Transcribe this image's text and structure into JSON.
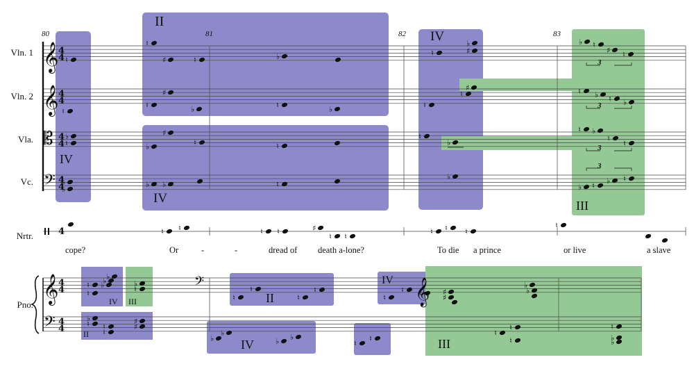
{
  "instruments": {
    "vln1": "Vln. 1",
    "vln2": "Vln. 2",
    "vla": "Vla.",
    "vc": "Vc.",
    "nrtr": "Nrtr.",
    "pno": "Pno."
  },
  "measures": [
    "80",
    "81",
    "82",
    "83"
  ],
  "time_signature": {
    "top": "4",
    "bottom": "4"
  },
  "regions": {
    "strings": [
      "IV",
      "II",
      "IV",
      "IV",
      "III"
    ],
    "piano": [
      "IV",
      "III",
      "II",
      "II",
      "IV",
      "IV",
      "III"
    ]
  },
  "lyrics": [
    "cope?",
    "Or",
    "-",
    "-",
    "dread of",
    "death a-lone?",
    "To die",
    "a prince",
    "or live",
    "a slave"
  ],
  "tuplet": "3",
  "colors": {
    "purple": "#8d8acb",
    "green": "#94c894",
    "staff": "#444444",
    "note": "#111111"
  }
}
